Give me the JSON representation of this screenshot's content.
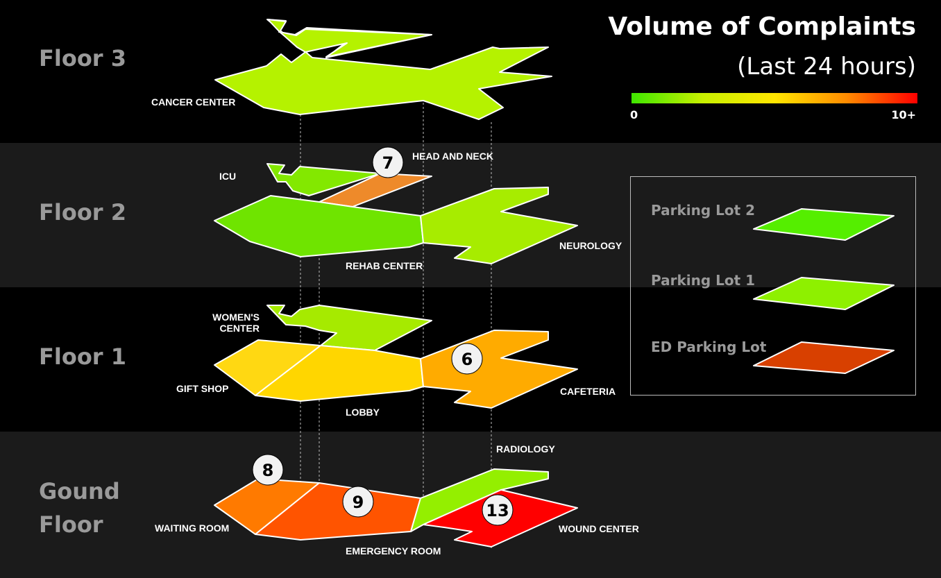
{
  "header": {
    "title": "Volume of Complaints",
    "subtitle": "(Last 24 hours)"
  },
  "scale": {
    "min_label": "0",
    "max_label": "10+",
    "colors": [
      "#3fe600",
      "#c8f000",
      "#ffe600",
      "#ff8c00",
      "#ff0000"
    ]
  },
  "floors": [
    {
      "label": "Floor 3"
    },
    {
      "label": "Floor 2"
    },
    {
      "label": "Floor 1"
    },
    {
      "label": "Gound Floor"
    }
  ],
  "areas": {
    "cancer_center": {
      "label": "CANCER CENTER",
      "color": "#b5f200"
    },
    "icu": {
      "label": "ICU",
      "color": "#83e800"
    },
    "head_and_neck": {
      "label": "HEAD AND NECK",
      "color": "#ee8a2a",
      "count": "7"
    },
    "rehab_center": {
      "label": "REHAB CENTER",
      "color": "#6fe400"
    },
    "neurology": {
      "label": "NEUROLOGY",
      "color": "#a7ec00"
    },
    "womens_center": {
      "label": "WOMEN'S CENTER",
      "color": "#a6ea00"
    },
    "gift_shop": {
      "label": "GIFT SHOP",
      "color": "#ffd812"
    },
    "lobby": {
      "label": "LOBBY",
      "color": "#ffd600"
    },
    "cafeteria": {
      "label": "CAFETERIA",
      "color": "#ffab00",
      "count": "6"
    },
    "waiting_room": {
      "label": "WAITING ROOM",
      "color": "#ff7a00",
      "count": "8"
    },
    "emergency_room": {
      "label": "EMERGENCY ROOM",
      "color": "#ff5400",
      "count": "9"
    },
    "radiology": {
      "label": "RADIOLOGY",
      "color": "#94ef00"
    },
    "wound_center": {
      "label": "WOUND CENTER",
      "color": "#ff0000",
      "count": "13"
    }
  },
  "legend": {
    "items": [
      {
        "label": "Parking Lot 2",
        "color": "#55ee00"
      },
      {
        "label": "Parking Lot 1",
        "color": "#8ef000"
      },
      {
        "label": "ED Parking Lot",
        "color": "#d84000"
      }
    ]
  }
}
